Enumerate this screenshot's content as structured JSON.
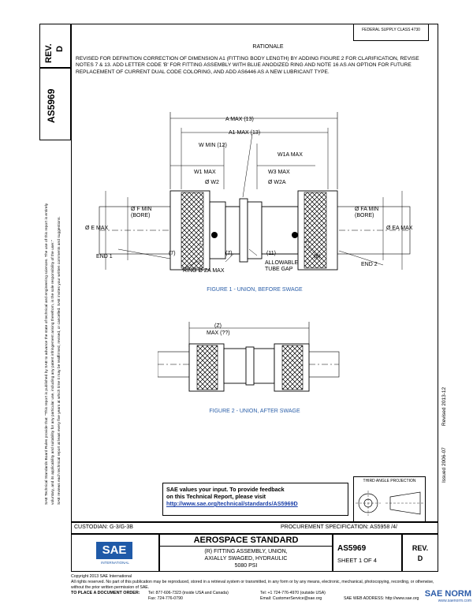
{
  "doc": {
    "distribution": "FEDERAL SUPPLY CLASS 4730",
    "rev_label": "REV.",
    "rev": "D",
    "doc_number": "AS5969",
    "rationale_title": "RATIONALE",
    "rationale_text": "REVISED FOR DEFINITION CORRECTION OF DIMENSION A1 (FITTING BODY LENGTH) BY ADDING FIGURE 2 FOR CLARIFICATION, REVISE NOTES 7 & 13. ADD LETTER CODE 'B' FOR FITTING ASSEMBLY WITH BLUE ANODIZED RING AND NOTE 16 AS AN OPTION FOR FUTURE REPLACEMENT OF CURRENT DUAL CODE COLORING, AND ADD AS6446 AS A NEW LUBRICANT TYPE.",
    "left_margin_lines": [
      "SAE Technical Standards Board Rules provide that: \"This report is published by SAE to advance the state of technical and engineering sciences. The use of this report is entirely",
      "voluntary, and its applicability and suitability for any particular use, including any patent infringement arising therefrom, is the sole responsibility of the user.\"",
      "SAE reviews each technical report at least every five years at which time it may be reaffirmed, revised, or cancelled. SAE invites your written comments and suggestions."
    ],
    "right_margin": [
      "Issued 2006-07",
      "Revised 2013-12"
    ]
  },
  "figure1": {
    "caption": "FIGURE 1 - UNION, BEFORE SWAGE",
    "labels": {
      "a_max": "A MAX (13)",
      "a1_max": "A1 MAX (13)",
      "w_min": "W MIN (12)",
      "w1a_max": "W1A MAX",
      "w1_max": "W1 MAX",
      "w3_max": "W3 MAX",
      "dia_w2": "Ø W2",
      "dia_w2a": "Ø W2A",
      "dia_f_min": "Ø F MIN (BORE)",
      "dia_fa_min": "Ø FA MIN (BORE)",
      "dia_e_max": "Ø E MAX",
      "dia_ea_max": "Ø EA MAX",
      "end1": "END 1",
      "end2": "END 2",
      "note7a": "(7)",
      "note7b": "(7)",
      "note11": "(11)",
      "allowable_gap": "ALLOWABLE TUBE GAP",
      "note6": "(6)",
      "ring_dia": "RING Ø ZA MAX"
    }
  },
  "figure2": {
    "caption": "FIGURE 2 - UNION, AFTER SWAGE",
    "labels": {
      "z": "(Z)",
      "z_max": "MAX (??)"
    }
  },
  "feedback": {
    "line1": "SAE values your input. To provide feedback",
    "line2": "on this Technical Report, please visit",
    "link": "http://www.sae.org/technical/standards/AS5969D"
  },
  "projection": {
    "title": "THIRD ANGLE PROJECTION"
  },
  "titleblock": {
    "custodian": "CUSTODIAN: G-3/G-3B",
    "procurement": "PROCUREMENT SPECIFICATION: AS5958 /4/",
    "standard": "AEROSPACE STANDARD",
    "title_lines": [
      "(R) FITTING ASSEMBLY, UNION,",
      "AXIALLY SWAGED, HYDRAULIC",
      "5080 PSI"
    ],
    "doc_number": "AS5969",
    "sheet": "SHEET 1 OF 4",
    "rev_label": "REV.",
    "rev": "D",
    "logo": "SAE",
    "logo_sub": "INTERNATIONAL"
  },
  "footer": {
    "copyright": "Copyright 2013 SAE International",
    "rights": "All rights reserved. No part of this publication may be reproduced, stored in a retrieval system or transmitted, in any form or by any means, electronic, mechanical, photocopying, recording, or otherwise, without the prior written permission of SAE.",
    "order": "TO PLACE A DOCUMENT ORDER:",
    "tel1": "Tel: 877-606-7323 (inside USA and Canada)",
    "tel2": "Tel: +1 724-776-4970 (outside USA)",
    "fax": "Fax: 724-776-0790",
    "email": "Email: CustomerService@sae.org",
    "web": "SAE WEB ADDRESS: http://www.sae.org",
    "watermark": "SAE NORM",
    "watermark_sub": "www.saenorm.com"
  }
}
